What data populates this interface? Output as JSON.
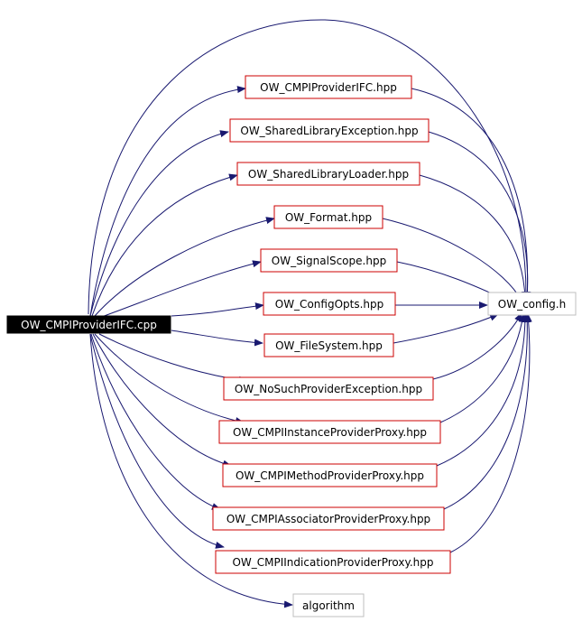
{
  "root": {
    "label": "OW_CMPIProviderIFC.cpp"
  },
  "headers": [
    "OW_CMPIProviderIFC.hpp",
    "OW_SharedLibraryException.hpp",
    "OW_SharedLibraryLoader.hpp",
    "OW_Format.hpp",
    "OW_SignalScope.hpp",
    "OW_ConfigOpts.hpp",
    "OW_FileSystem.hpp",
    "OW_NoSuchProviderException.hpp",
    "OW_CMPIInstanceProviderProxy.hpp",
    "OW_CMPIMethodProviderProxy.hpp",
    "OW_CMPIAssociatorProviderProxy.hpp",
    "OW_CMPIIndicationProviderProxy.hpp"
  ],
  "system": {
    "label": "algorithm"
  },
  "config": {
    "label": "OW_config.h"
  },
  "colors": {
    "edge": "#191970",
    "root_fill": "#000000",
    "root_text": "#ffffff",
    "header_border": "#cc0000",
    "plain_border": "#bfbfbf",
    "text": "#000000"
  }
}
